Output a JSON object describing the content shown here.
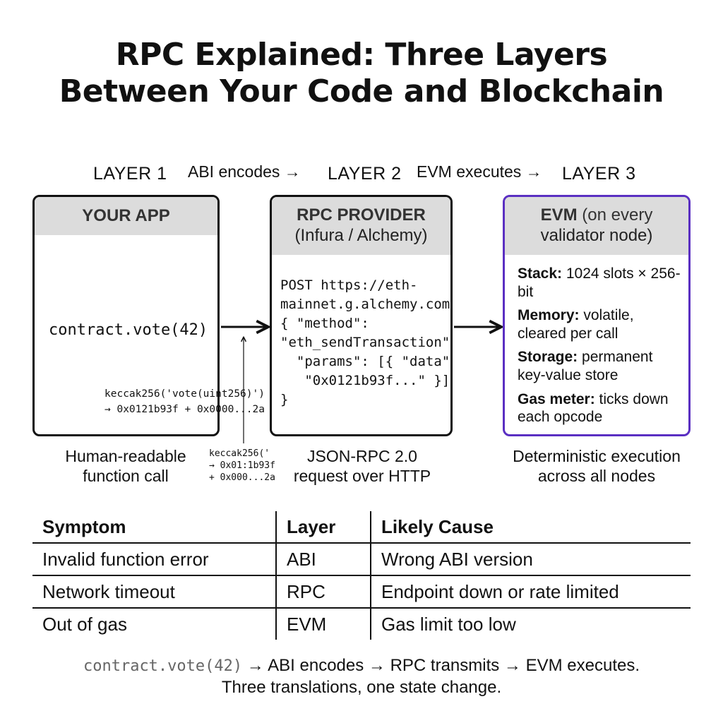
{
  "title": {
    "line1": "RPC Explained: Three Layers",
    "line2": "Between Your Code and Blockchain"
  },
  "layers": {
    "layer1": "LAYER 1",
    "layer2": "LAYER 2",
    "layer3": "LAYER 3",
    "flow1": "ABI encodes →",
    "flow2": "EVM executes →"
  },
  "app_box": {
    "header": "YOUR APP",
    "call": "contract.vote(42)",
    "caption": "Human-readable\nfunction call"
  },
  "keccak_inside": "keccak256('vote(uint256)')\n→ 0x0121b93f + 0x0000...2a",
  "keccak_below": "keccak256('\n→ 0x01:1b93f\n+ 0x000...2a",
  "rpc_box": {
    "header": "RPC PROVIDER",
    "subheader": "(Infura / Alchemy)",
    "code": "POST https://eth-\nmainnet.g.alchemy.com\n{ \"method\":\n\"eth_sendTransaction\",\n  \"params\": [{ \"data\":\n   \"0x0121b93f...\" }]\n}",
    "caption": "JSON-RPC 2.0\nrequest over HTTP"
  },
  "evm_box": {
    "header_bold": "EVM",
    "header_rest": " (on every",
    "header_line2": "validator node)",
    "items": [
      {
        "label": "Stack:",
        "text": " 1024 slots × 256-bit"
      },
      {
        "label": "Memory:",
        "text": " volatile, cleared per call"
      },
      {
        "label": "Storage:",
        "text": " permanent key-value store"
      },
      {
        "label": "Gas meter:",
        "text": " ticks down each opcode"
      }
    ],
    "caption": "Deterministic execution\nacross all nodes",
    "accent": "#5a2fc2"
  },
  "table": {
    "headers": [
      "Symptom",
      "Layer",
      "Likely Cause"
    ],
    "rows": [
      [
        "Invalid function error",
        "ABI",
        "Wrong ABI version"
      ],
      [
        "Network timeout",
        "RPC",
        "Endpoint down or rate limited"
      ],
      [
        "Out of gas",
        "EVM",
        "Gas limit too low"
      ]
    ]
  },
  "footer": {
    "code": "contract.vote(42)",
    "rest": " → ABI encodes → RPC transmits → EVM executes.",
    "line2": "Three translations, one state change."
  }
}
